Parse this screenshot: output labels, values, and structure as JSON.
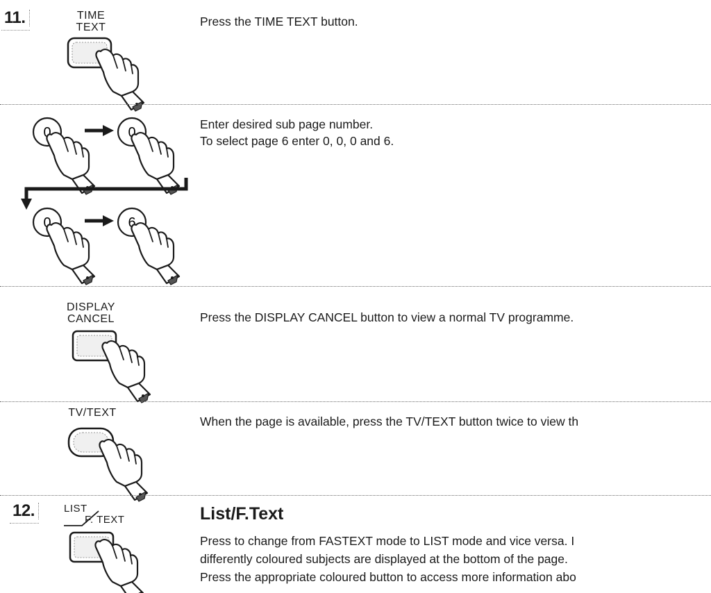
{
  "step11": {
    "number": "11.",
    "time_text_label_1": "TIME",
    "time_text_label_2": "TEXT",
    "instruction_time_text": "Press the TIME TEXT button.",
    "subpage_line_1": "Enter desired sub page number.",
    "subpage_line_2": "To select page 6 enter 0, 0, 0 and 6.",
    "digits": [
      "0",
      "0",
      "0",
      "6"
    ],
    "display_cancel_label_1": "DISPLAY",
    "display_cancel_label_2": "CANCEL",
    "instruction_display_cancel": "Press the DISPLAY CANCEL button to view a normal TV programme.",
    "tv_text_label": "TV/TEXT",
    "instruction_tv_text": "When the page is available, press the TV/TEXT button twice to view th"
  },
  "step12": {
    "number": "12.",
    "list_label": "LIST",
    "ftext_label": "F. TEXT",
    "heading": "List/F.Text",
    "line_1": "Press to change from FASTEXT mode to LIST mode and vice versa. I",
    "line_2": "differently coloured subjects are displayed at the bottom of the page.",
    "line_3": "Press the appropriate coloured button to access more information abo"
  }
}
